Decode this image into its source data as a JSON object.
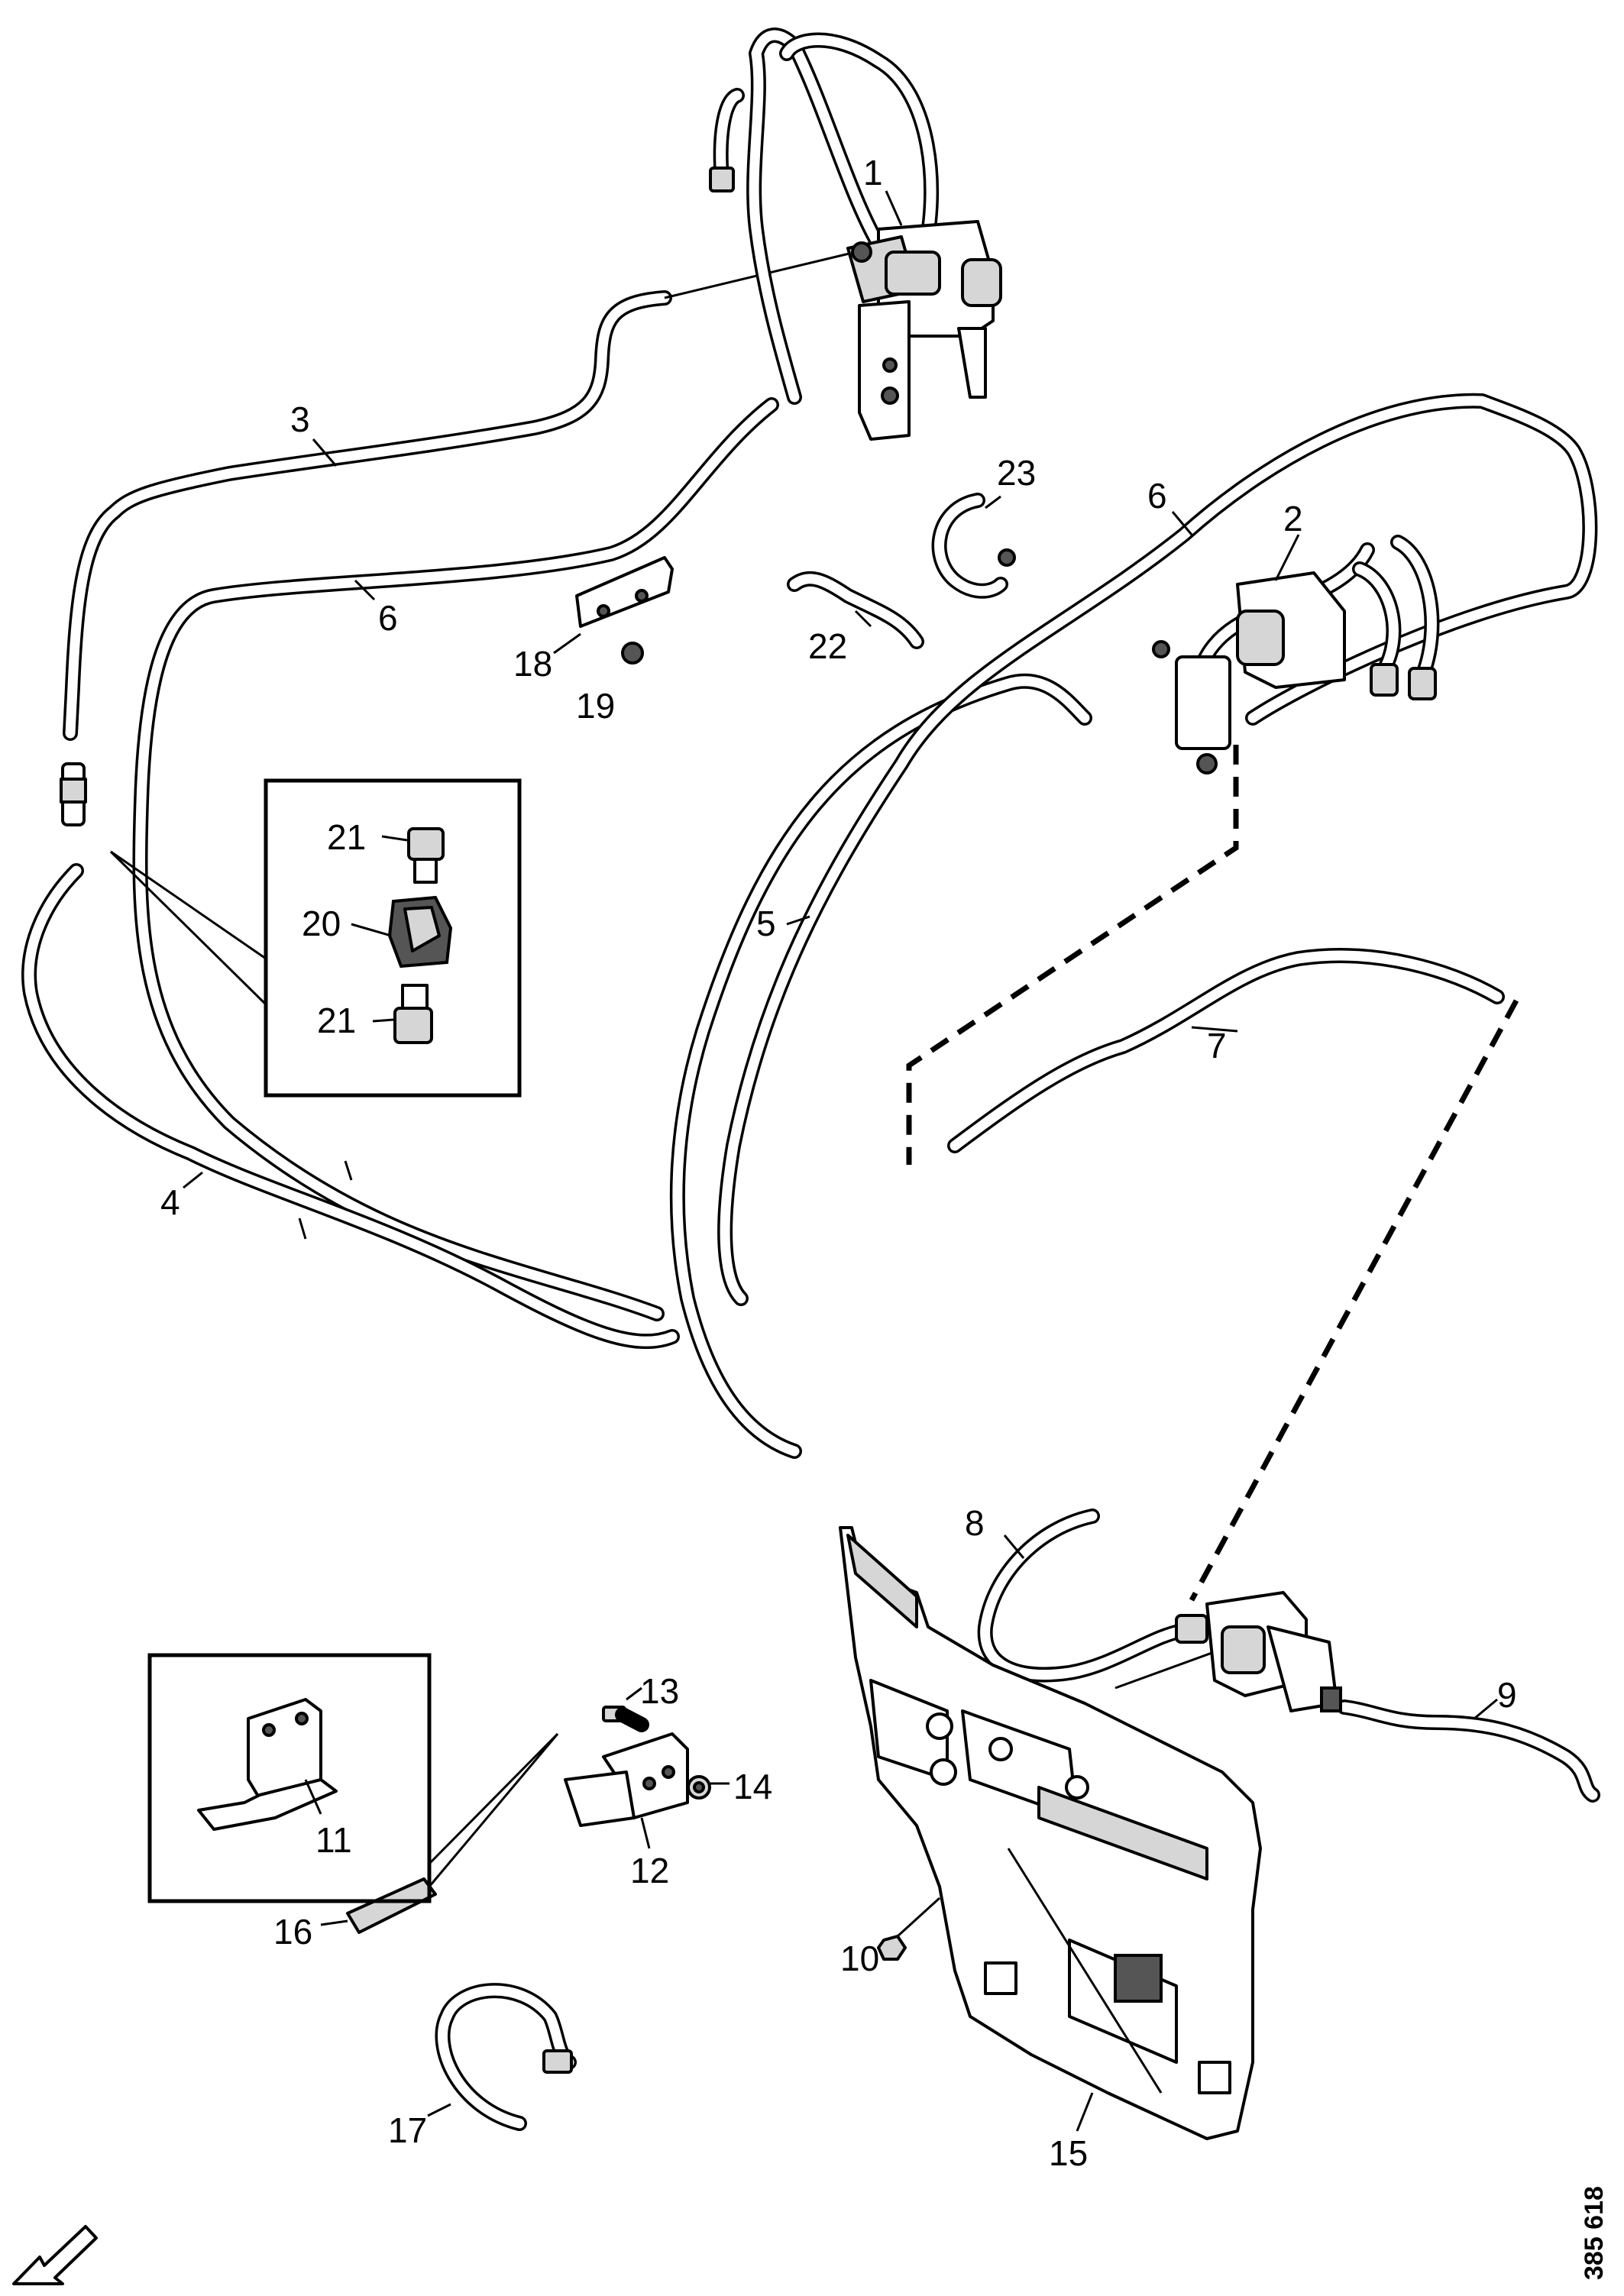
{
  "diagram": {
    "document_number": "385 618",
    "callouts": {
      "c1": "1",
      "c2": "2",
      "c3": "3",
      "c4": "4",
      "c5": "5",
      "c6a": "6",
      "c6b": "6",
      "c7": "7",
      "c8": "8",
      "c9": "9",
      "c10": "10",
      "c11": "11",
      "c12": "12",
      "c13": "13",
      "c14": "14",
      "c15": "15",
      "c16": "16",
      "c17": "17",
      "c18": "18",
      "c19": "19",
      "c20": "20",
      "c21a": "21",
      "c21b": "21",
      "c22": "22",
      "c23": "23"
    }
  }
}
